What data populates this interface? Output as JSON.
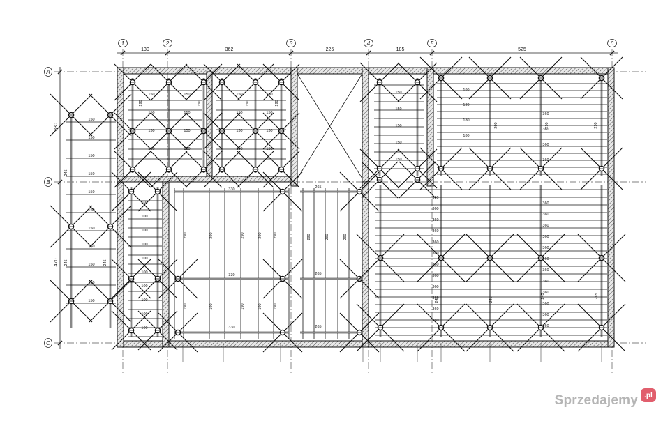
{
  "grid_axes": {
    "vertical": [
      "1",
      "2",
      "3",
      "4",
      "5",
      "6"
    ],
    "horizontal": [
      "A",
      "B",
      "C"
    ]
  },
  "top_dimensions": [
    "130",
    "362",
    "225",
    "185",
    "525"
  ],
  "left_dimensions": [
    "330",
    "470"
  ],
  "beam_labels": {
    "left_bay": "150",
    "bay_1_2": "100",
    "bay_2_3_spans": "330",
    "bay_3_4_spans": "265",
    "bay_4_5_upper": "150",
    "bay_5_6_upper": "180",
    "bay_5_6_lower": "360",
    "vertical_props_left": "245",
    "vertical_props_right": "245",
    "mid_vertical": "290",
    "mid_vertical_low": "190"
  },
  "colors": {
    "ink": "#111111",
    "watermark_badge": "#d7283c"
  },
  "watermark": {
    "text": "Sprzedajemy",
    "badge": ".pl"
  }
}
